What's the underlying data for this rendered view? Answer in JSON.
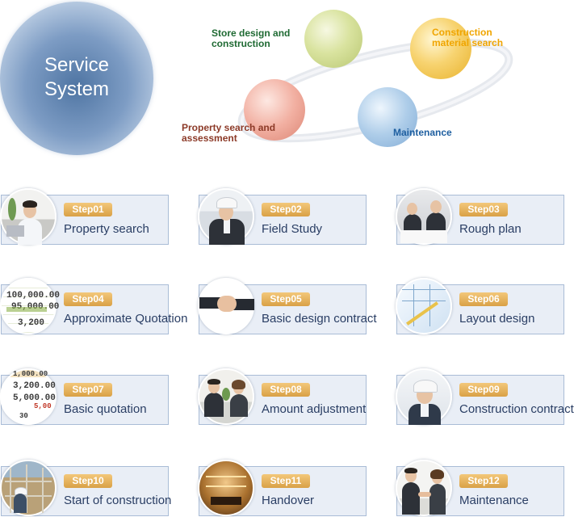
{
  "diagram": {
    "center_title": "Service\nSystem",
    "labels": {
      "store": "Store design and\nconstruction",
      "material": "Construction\nmaterial search",
      "property": "Property search and\nassessment",
      "maintenance": "Maintenance"
    },
    "colors": {
      "store": "#1f6a33",
      "material": "#f0a500",
      "property": "#8c3a28",
      "maintenance": "#1f5fa0"
    }
  },
  "steps": [
    {
      "badge": "Step01",
      "title": "Property search",
      "icon": "office-worker-laptop-photo"
    },
    {
      "badge": "Step02",
      "title": "Field Study",
      "icon": "helmet-inspector-photo"
    },
    {
      "badge": "Step03",
      "title": "Rough plan",
      "icon": "meeting-photo"
    },
    {
      "badge": "Step04",
      "title": "Approximate Quotation",
      "icon": "quotation-numbers-photo"
    },
    {
      "badge": "Step05",
      "title": "Basic design contract",
      "icon": "handshake-photo"
    },
    {
      "badge": "Step06",
      "title": "Layout design",
      "icon": "blueprint-photo"
    },
    {
      "badge": "Step07",
      "title": "Basic quotation",
      "icon": "receipt-numbers-photo"
    },
    {
      "badge": "Step08",
      "title": "Amount adjustment",
      "icon": "negotiation-photo"
    },
    {
      "badge": "Step09",
      "title": "Construction contract",
      "icon": "worker-headset-photo"
    },
    {
      "badge": "Step10",
      "title": "Start of construction",
      "icon": "construction-site-photo"
    },
    {
      "badge": "Step11",
      "title": "Handover",
      "icon": "store-interior-photo"
    },
    {
      "badge": "Step12",
      "title": "Maintenance",
      "icon": "business-handshake-photo"
    }
  ],
  "thumb_numbers": {
    "step04": [
      "100,000.00",
      "95,000.00",
      "3,200"
    ],
    "step07": [
      "1,000.00",
      "3,200.00",
      "5,000.00",
      "5,00",
      "30"
    ]
  }
}
